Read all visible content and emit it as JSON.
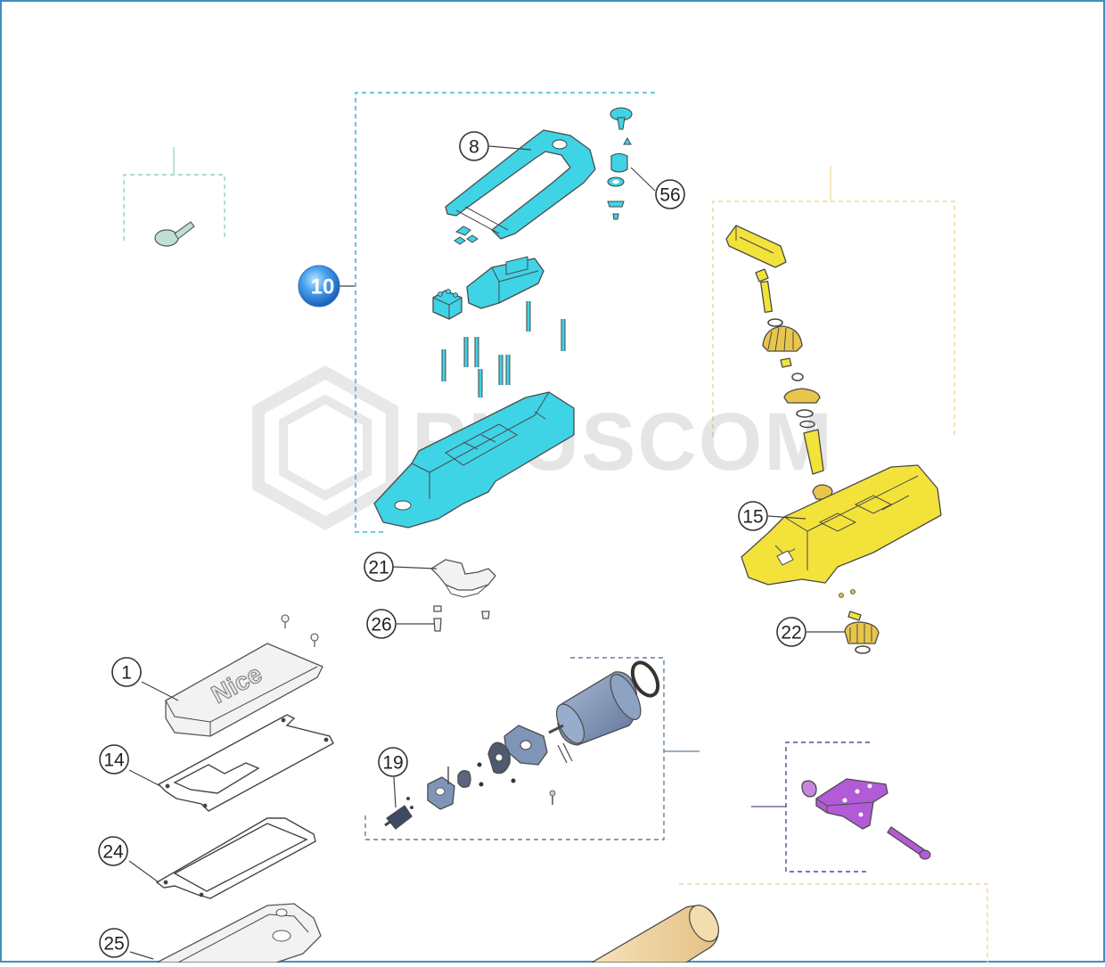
{
  "callouts": {
    "c1": "1",
    "c8": "8",
    "c10": "10",
    "c14": "14",
    "c15": "15",
    "c19": "19",
    "c21": "21",
    "c22": "22",
    "c24": "24",
    "c25": "25",
    "c26": "26",
    "c56": "56"
  },
  "cover_logo_text": "Nice",
  "watermark_text": "PLUSCOM",
  "colors": {
    "cyan_group": "#3fd3e6",
    "yellow_group": "#f3e23a",
    "purple_group": "#b25bd6",
    "motor_group": "#7f95b8",
    "tan_part": "#f1d7a6",
    "callout_highlight": "#3a8fe0"
  }
}
